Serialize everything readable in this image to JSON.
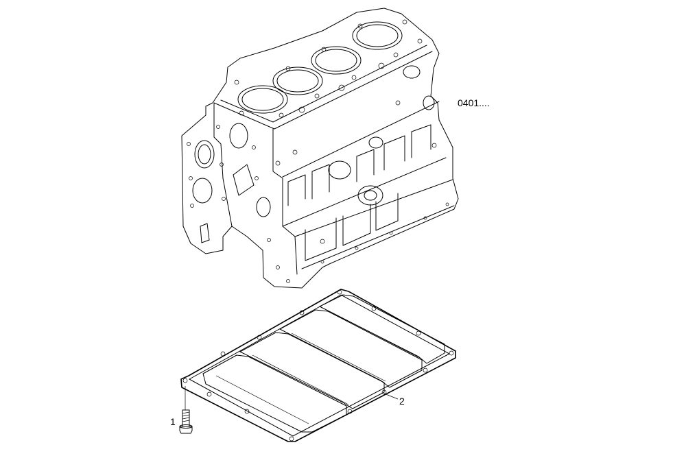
{
  "diagram": {
    "reference_label": "0401....",
    "callouts": [
      {
        "number": "1",
        "part": "bolt"
      },
      {
        "number": "2",
        "part": "oil-pan-gasket"
      }
    ],
    "line_color": "#000000",
    "background": "#ffffff"
  }
}
